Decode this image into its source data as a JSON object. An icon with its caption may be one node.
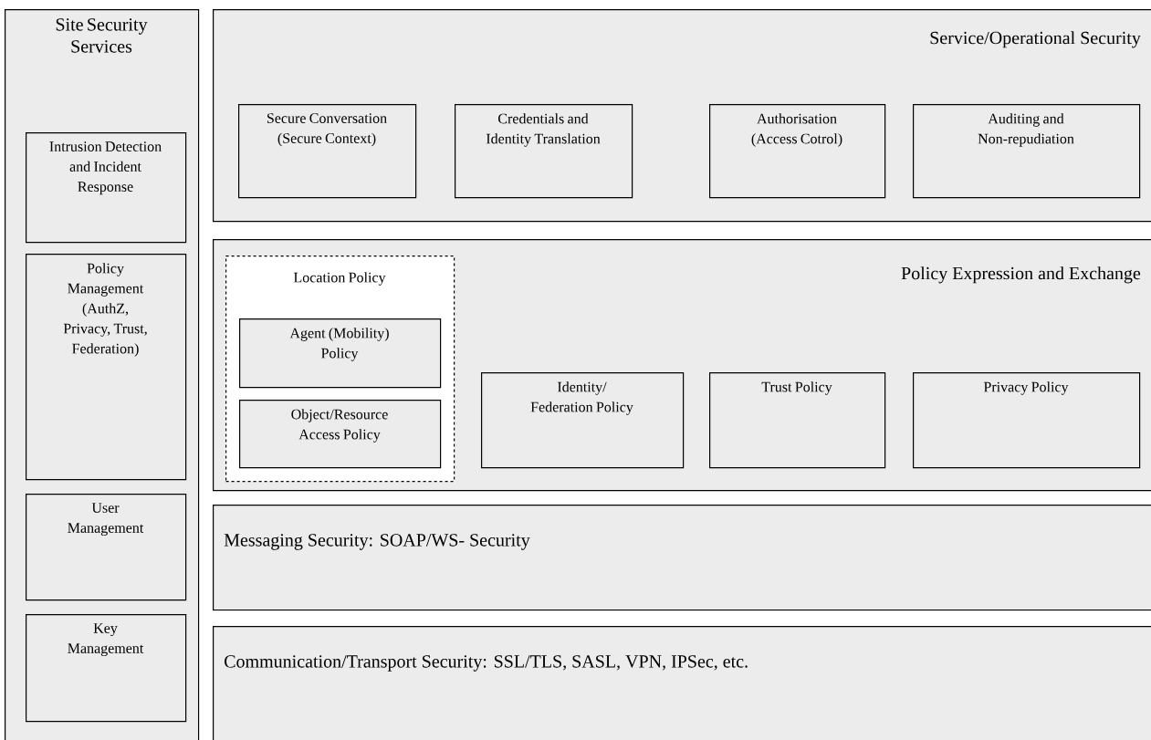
{
  "diagram": {
    "nodes": [
      {
        "text": [
          "Site Security Services"
        ]
      },
      {
        "text": [
          "Intrusion Detection and Incident Response"
        ],
        "in": 0
      },
      {
        "text": [
          "Policy Management (AuthZ, Privacy, Trust, Federation)"
        ],
        "in": 0
      },
      {
        "text": [
          "User Management"
        ],
        "in": 0
      },
      {
        "text": [
          "Key Management"
        ],
        "in": 0
      },
      {
        "text": [
          "Service/Operational Security"
        ]
      },
      {
        "text": [
          "Secure Conversation (Secure Context)"
        ],
        "in": 5
      },
      {
        "text": [
          "Credentials and Identity Translation"
        ],
        "in": 5
      },
      {
        "text": [
          "Authorisation (Access Cotrol)"
        ],
        "in": 5
      },
      {
        "text": [
          "Auditing and Non-repudiation"
        ],
        "in": 5
      },
      {
        "text": [
          "Policy Expression and Exchange"
        ]
      },
      {
        "text": [
          "Location Policy"
        ],
        "in": 10
      },
      {
        "text": [
          "Agent (Mobility) Policy"
        ],
        "in": 11
      },
      {
        "text": [
          "Object/Resource Access Policy"
        ],
        "in": 11
      },
      {
        "text": [
          "Identity/ Federation Policy"
        ],
        "in": 10
      },
      {
        "text": [
          "Trust Policy"
        ],
        "in": 10
      },
      {
        "text": [
          "Privacy Policy"
        ],
        "in": 10
      },
      {
        "text": [
          "Messaging Security: SOAP/WS- Security"
        ]
      },
      {
        "text": [
          "Communication/Transport Security: SSL/TLS, SASL, VPN, IPSec, etc."
        ]
      }
    ]
  }
}
